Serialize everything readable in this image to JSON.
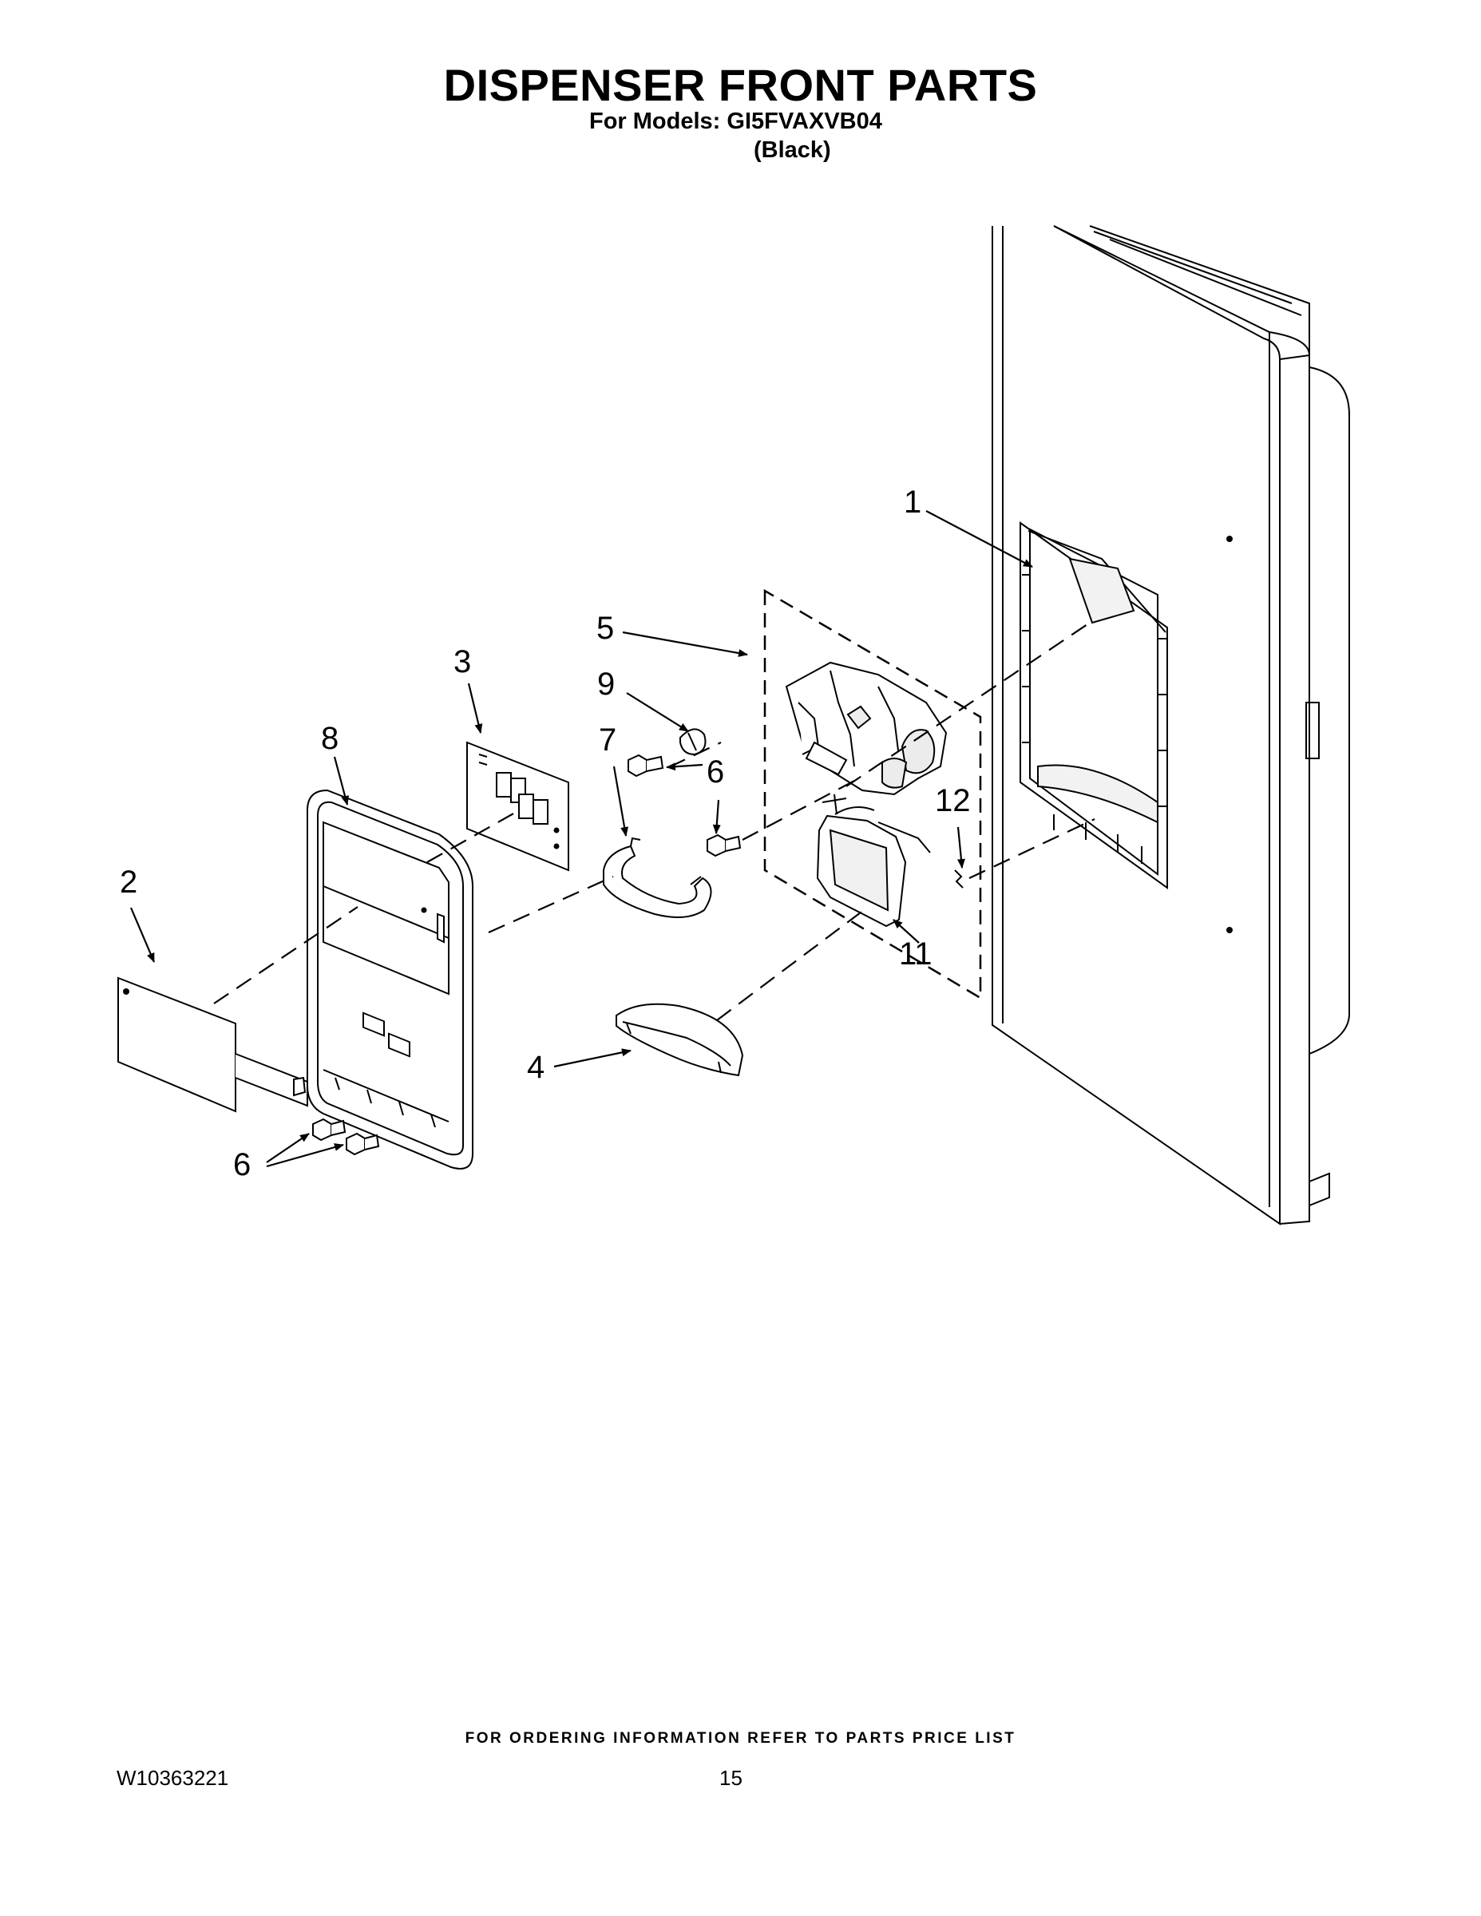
{
  "header": {
    "title": "DISPENSER FRONT PARTS",
    "models_line": "For Models: GI5FVAXVB04",
    "color": "(Black)"
  },
  "callouts": {
    "c1": "1",
    "c2": "2",
    "c3": "3",
    "c4": "4",
    "c5": "5",
    "c6a": "6",
    "c6b": "6",
    "c7": "7",
    "c8": "8",
    "c9": "9",
    "c11": "11",
    "c12": "12"
  },
  "footer": {
    "ordering_note": "FOR ORDERING INFORMATION REFER TO PARTS PRICE LIST",
    "document_number": "W10363221",
    "page_number": "15"
  }
}
